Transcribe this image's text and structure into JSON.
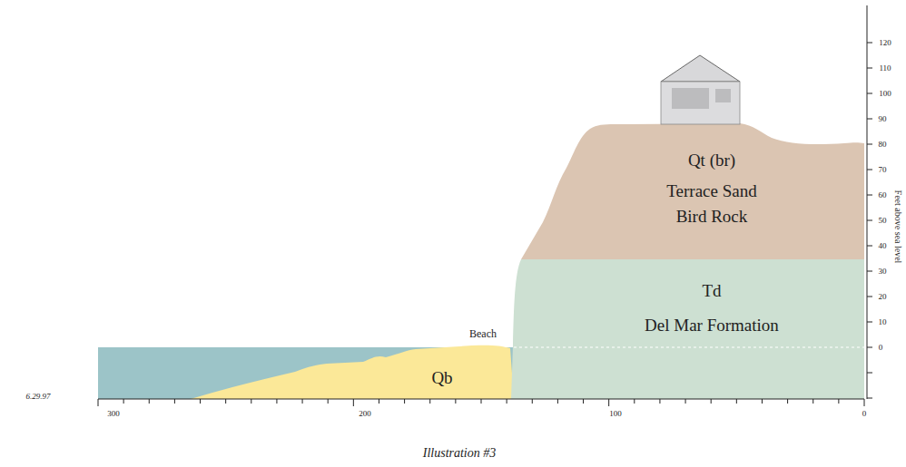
{
  "diagram": {
    "caption": "Illustration #3",
    "nodes": [
      {
        "text": [
          "Qt (br)",
          "Terrace Sand Bird Rock"
        ]
      },
      {
        "text": [
          "Td",
          "Del Mar Formation"
        ]
      },
      {
        "text": [
          "Qb"
        ]
      }
    ],
    "labels": [
      "Beach",
      "120",
      "110",
      "100",
      "90",
      "80",
      "70",
      "60",
      "50",
      "40",
      "30",
      "20",
      "10",
      "0",
      "Feet above sea level",
      "300",
      "200",
      "100",
      "0",
      "6.29.97"
    ]
  }
}
